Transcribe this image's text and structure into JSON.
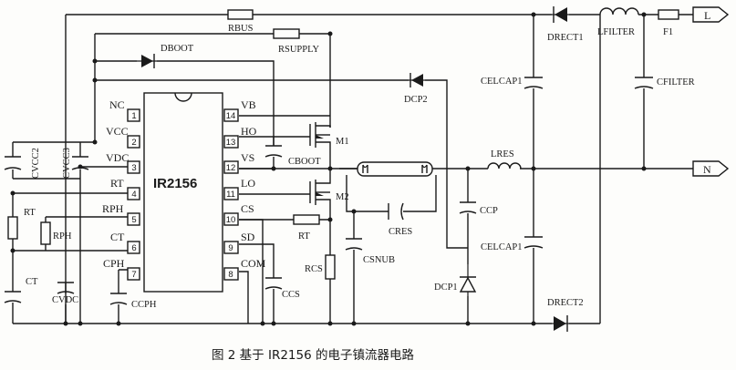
{
  "figure": {
    "caption": "图 2   基于 IR2156 的电子镇流器电路"
  },
  "ic": {
    "name": "IR2156",
    "pins_left": [
      {
        "no": "1",
        "name": "NC"
      },
      {
        "no": "2",
        "name": "VCC"
      },
      {
        "no": "3",
        "name": "VDC"
      },
      {
        "no": "4",
        "name": "RT"
      },
      {
        "no": "5",
        "name": "RPH"
      },
      {
        "no": "6",
        "name": "CT"
      },
      {
        "no": "7",
        "name": "CPH"
      }
    ],
    "pins_right": [
      {
        "no": "14",
        "name": "VB"
      },
      {
        "no": "13",
        "name": "HO"
      },
      {
        "no": "12",
        "name": "VS"
      },
      {
        "no": "11",
        "name": "LO"
      },
      {
        "no": "10",
        "name": "CS"
      },
      {
        "no": "9",
        "name": "SD"
      },
      {
        "no": "8",
        "name": "COM"
      }
    ]
  },
  "components": {
    "rbus": "RBUS",
    "rsupply": "RSUPPLY",
    "dboot": "DBOOT",
    "dcp2": "DCP2",
    "dcp1": "DCP1",
    "drect1": "DRECT1",
    "drect2": "DRECT2",
    "lfilter": "LFILTER",
    "f1": "F1",
    "celcap1_top": "CELCAP1",
    "celcap1_bot": "CELCAP1",
    "cfilter": "CFILTER",
    "lres": "LRES",
    "ccp": "CCP",
    "cres": "CRES",
    "csnub": "CSNUB",
    "m1": "M1",
    "m2": "M2",
    "cboot": "CBOOT",
    "rt_left": "RT",
    "rph": "RPH",
    "ct": "CT",
    "cvcc2": "CVCC2",
    "cvcc3": "CVCC3",
    "cvdc": "CVDC",
    "ccph": "CCPH",
    "ccs": "CCS",
    "rt_right": "RT",
    "rcs": "RCS"
  },
  "terminals": {
    "line": "L",
    "neutral": "N"
  }
}
